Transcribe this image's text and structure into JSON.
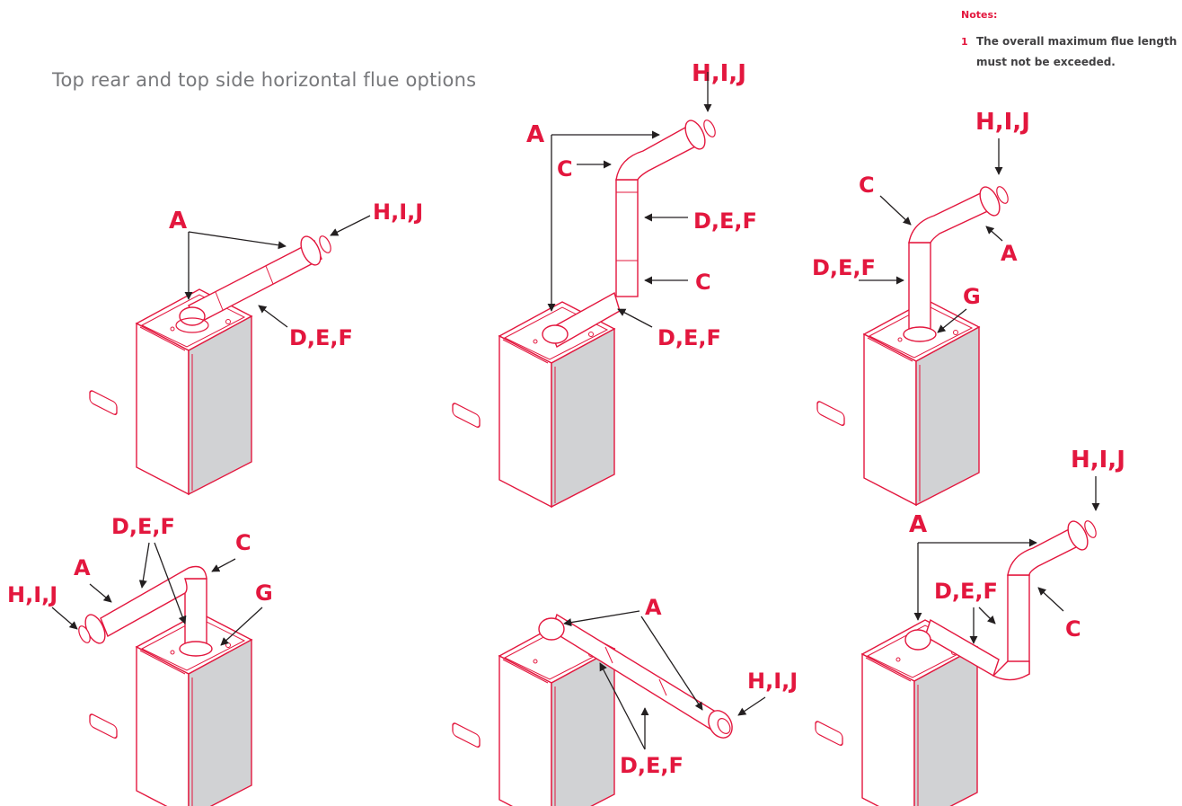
{
  "title": "Top rear and top side horizontal flue options",
  "notes": {
    "heading": "Notes:",
    "items": [
      {
        "num": "1",
        "text": "The overall maximum flue length\nmust not be exceeded."
      }
    ]
  },
  "labels": {
    "a": "A",
    "c": "C",
    "def": "D,E,F",
    "g": "G",
    "hij": "H,I,J"
  },
  "colors": {
    "accent": "#e3173e",
    "panel": "#d1d2d4",
    "title": "#77787b",
    "ink": "#414042"
  }
}
